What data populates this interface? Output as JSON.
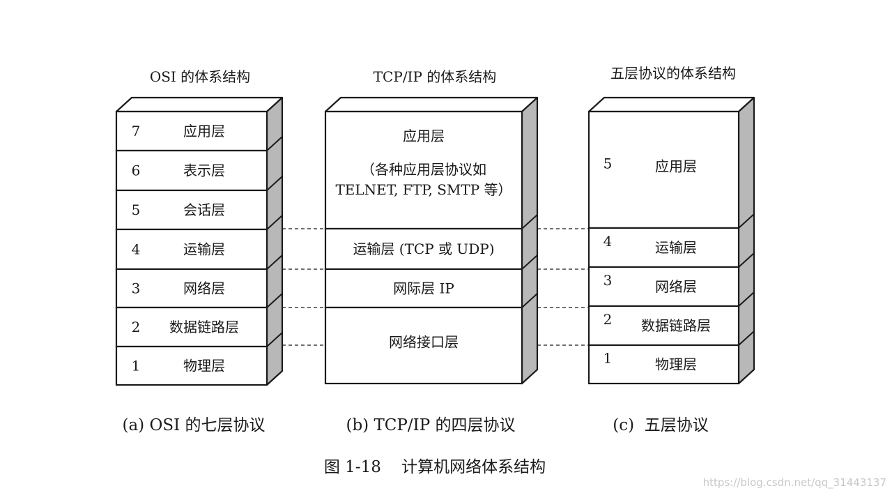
{
  "diagram": {
    "colors": {
      "stroke": "#1a1a1a",
      "side_fill": "#b8b8b8",
      "front_fill": "#ffffff",
      "watermark": "#c8c8c8"
    },
    "columns": [
      {
        "id": "osi",
        "header": "OSI 的体系结构",
        "caption": "(a) OSI 的七层协议",
        "layers": [
          {
            "num": "7",
            "label": "应用层"
          },
          {
            "num": "6",
            "label": "表示层"
          },
          {
            "num": "5",
            "label": "会话层"
          },
          {
            "num": "4",
            "label": "运输层"
          },
          {
            "num": "3",
            "label": "网络层"
          },
          {
            "num": "2",
            "label": "数据链路层"
          },
          {
            "num": "1",
            "label": "物理层"
          }
        ]
      },
      {
        "id": "tcpip",
        "header": "TCP/IP 的体系结构",
        "caption": "(b) TCP/IP 的四层协议",
        "layers": [
          {
            "num": "",
            "label": "应用层",
            "sub1": "（各种应用层协议如",
            "sub2": "TELNET, FTP, SMTP 等）"
          },
          {
            "num": "",
            "label": "运输层 (TCP 或 UDP)"
          },
          {
            "num": "",
            "label": "网际层 IP"
          },
          {
            "num": "",
            "label": "网络接口层"
          }
        ]
      },
      {
        "id": "five",
        "header": "五层协议的体系结构",
        "caption": "(c)  五层协议",
        "layers": [
          {
            "num": "5",
            "label": "应用层"
          },
          {
            "num": "4",
            "label": "运输层"
          },
          {
            "num": "3",
            "label": "网络层"
          },
          {
            "num": "2",
            "label": "数据链路层"
          },
          {
            "num": "1",
            "label": "物理层"
          }
        ]
      }
    ],
    "figure_title": "图 1-18    计算机网络体系结构",
    "watermark": "https://blog.csdn.net/qq_31443137"
  }
}
